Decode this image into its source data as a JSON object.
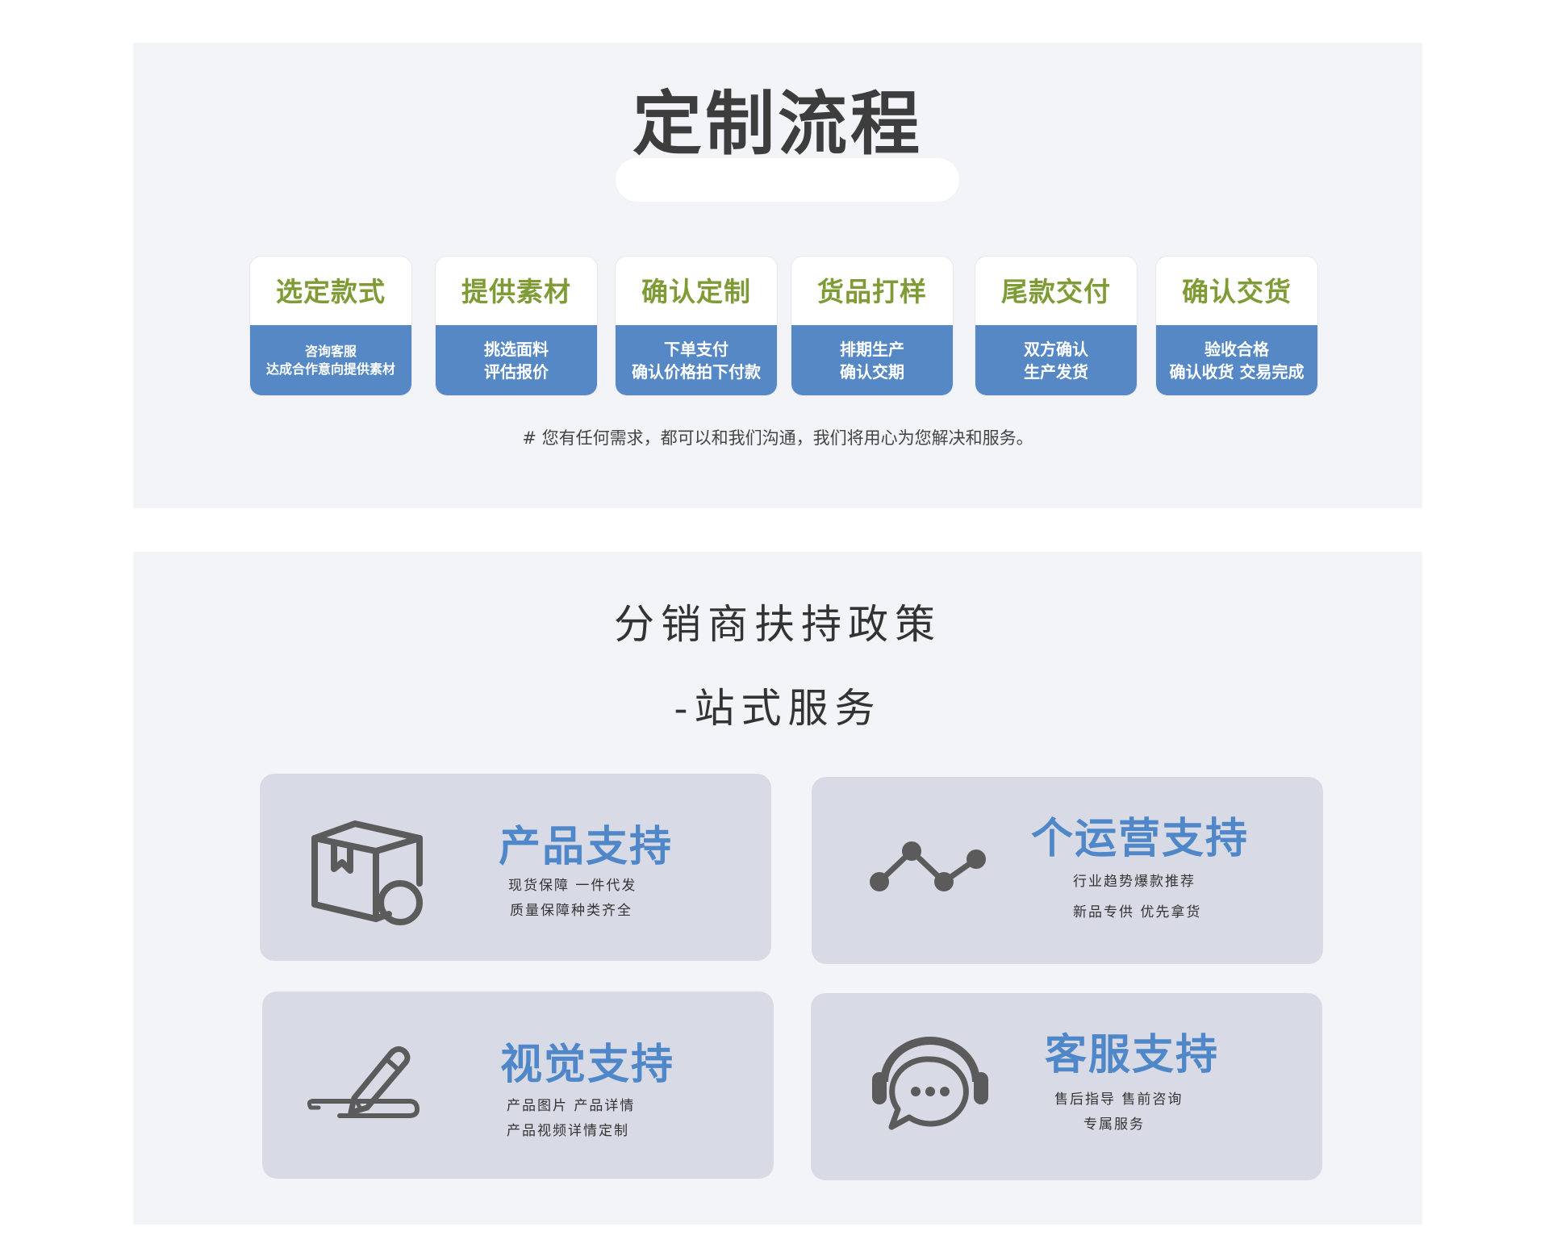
{
  "process": {
    "title": "定制流程",
    "steps": [
      {
        "name": "选定款式",
        "lines": [
          "咨询客服",
          "达成合作意向提供素材"
        ]
      },
      {
        "name": "提供素材",
        "lines": [
          "挑选面料",
          "评估报价"
        ]
      },
      {
        "name": "确认定制",
        "lines": [
          "下单支付",
          "确认价格拍下付款"
        ]
      },
      {
        "name": "货品打样",
        "lines": [
          "排期生产",
          "确认交期"
        ]
      },
      {
        "name": "尾款交付",
        "lines": [
          "双方确认",
          "生产发货"
        ]
      },
      {
        "name": "确认交货",
        "lines": [
          "验收合格",
          "确认收货 交易完成"
        ]
      }
    ],
    "note": "# 您有任何需求，都可以和我们沟通，我们将用心为您解决和服务。"
  },
  "policy": {
    "title": "分销商扶持政策",
    "subtitle": "-站式服务",
    "cards": [
      {
        "icon": "package-icon",
        "title": "产品支持",
        "lines": [
          "现货保障 一件代发",
          "质量保障种类齐全"
        ]
      },
      {
        "icon": "trend-line-icon",
        "title": "个运营支持",
        "lines": [
          "行业趋势爆款推荐",
          "新品专供 优先拿货"
        ]
      },
      {
        "icon": "pen-icon",
        "title": "视觉支持",
        "lines": [
          "产品图片 产品详情",
          "产品视频详情定制"
        ]
      },
      {
        "icon": "headset-chat-icon",
        "title": "客服支持",
        "lines": [
          "售后指导 售前咨询",
          "专属服务"
        ]
      }
    ]
  },
  "colors": {
    "panel_bg": "#f3f4f8",
    "step_title": "#7f9b35",
    "step_band": "#5588c4",
    "card_bg": "#d8dbe5",
    "card_title": "#4f87c8",
    "icon": "#5b5b5b"
  }
}
